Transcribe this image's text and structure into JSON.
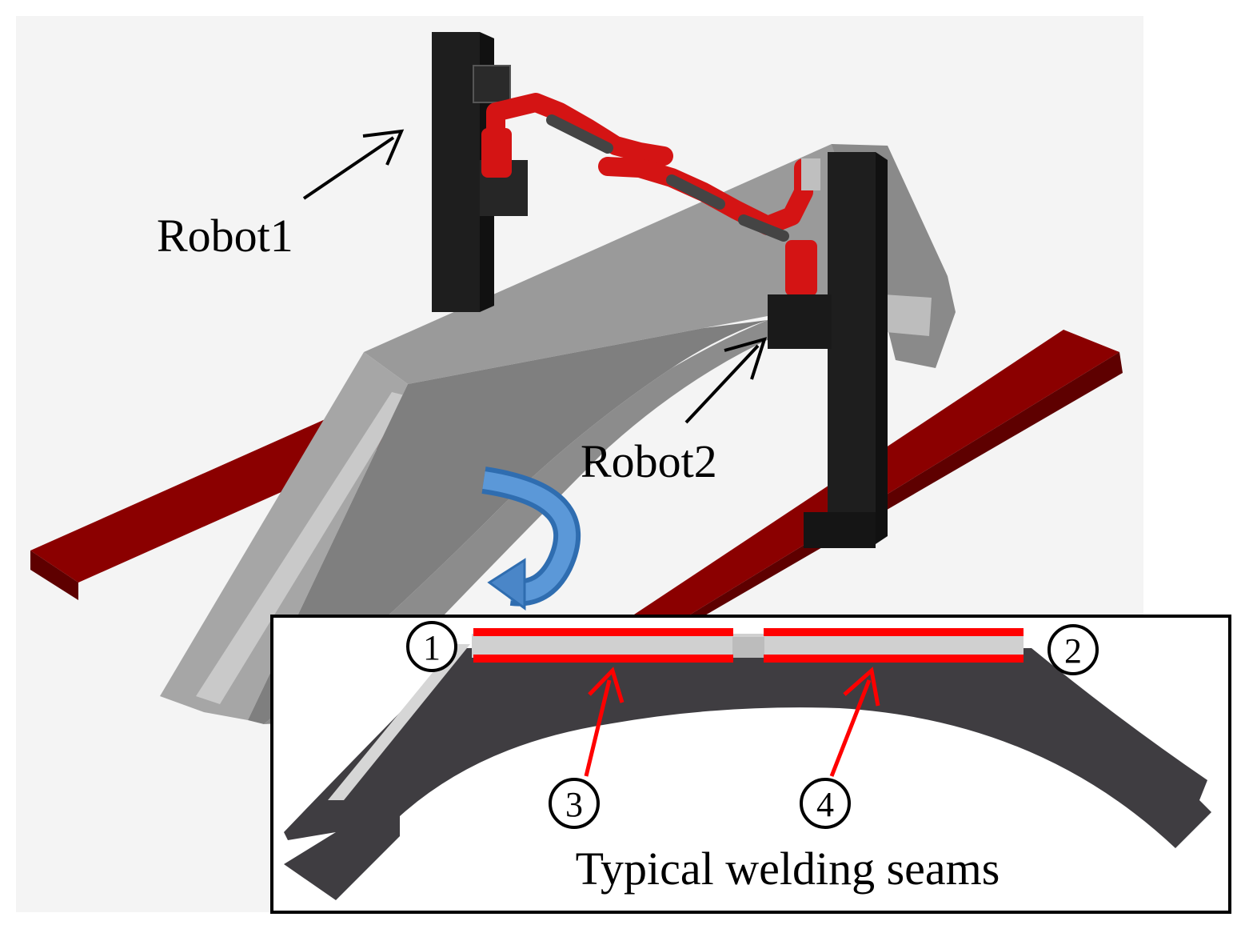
{
  "labels": {
    "robot1": "Robot1",
    "robot2": "Robot2",
    "caption": "Typical welding seams"
  },
  "markers": [
    "1",
    "2",
    "3",
    "4"
  ],
  "colors": {
    "background": "#ffffff",
    "floor": "#f4f4f4",
    "rail": "#8b0000",
    "rail_dark": "#5e0000",
    "beam_top": "#9a9a9a",
    "beam_side": "#7f7f7f",
    "beam_light": "#b8b8b8",
    "column": "#1e1e1e",
    "robot_red": "#d41414",
    "robot_dark": "#444444",
    "seam": "#ff0000",
    "inset_beam": "#3f3d41",
    "flow_arrow": "#3e7fc4"
  }
}
